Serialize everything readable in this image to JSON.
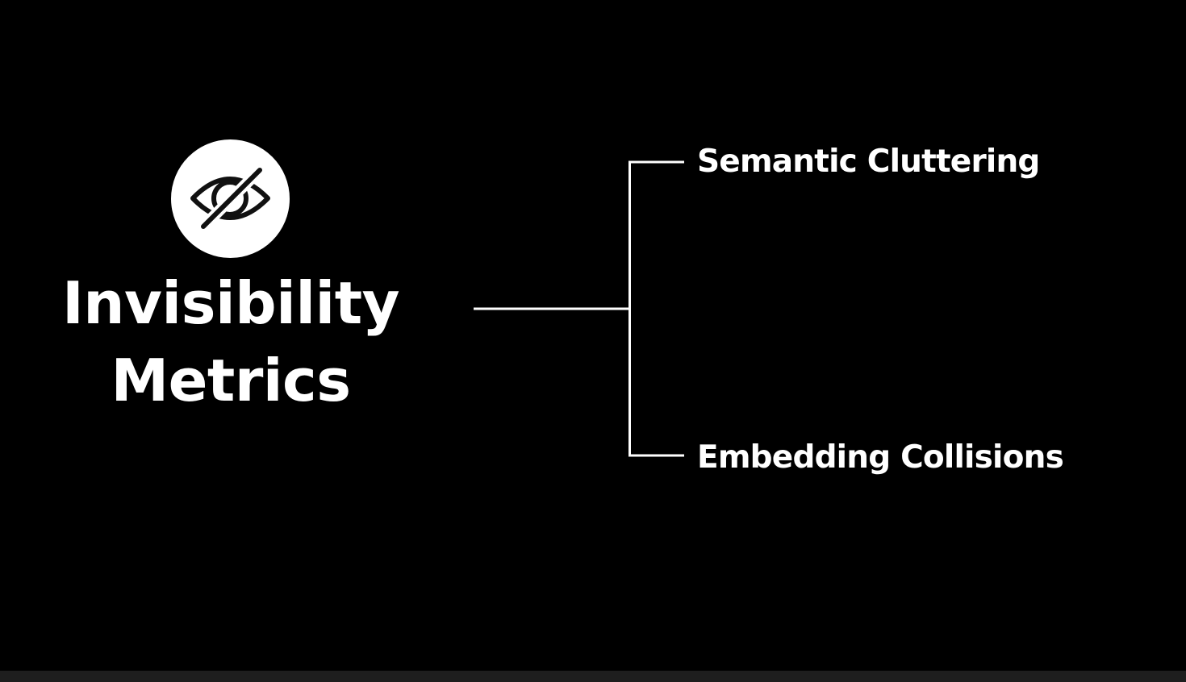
{
  "colors": {
    "background": "#000000",
    "foreground": "#ffffff",
    "bottom_bar": "#1e1e1e"
  },
  "root": {
    "icon": "eye-slash-icon",
    "title_lines": [
      "Invisibility",
      "Metrics"
    ]
  },
  "branches": [
    {
      "label": "Semantic Cluttering"
    },
    {
      "label": "Embedding Collisions"
    }
  ]
}
